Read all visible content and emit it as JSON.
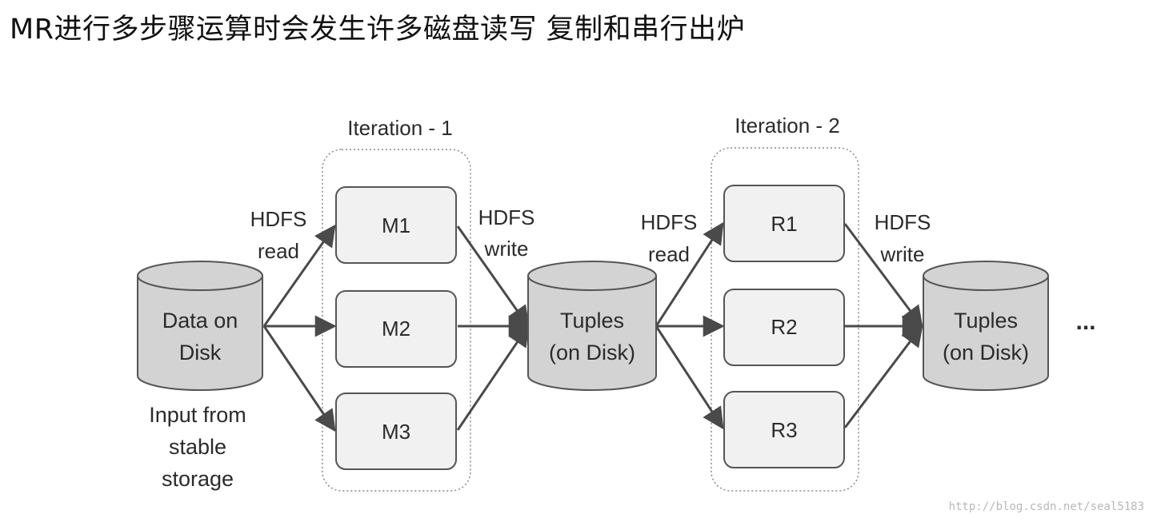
{
  "title": "MR进行多步骤运算时会发生许多磁盘读写 复制和串行出炉",
  "iterations": [
    {
      "label": "Iteration - 1",
      "nodes": [
        "M1",
        "M2",
        "M3"
      ]
    },
    {
      "label": "Iteration - 2",
      "nodes": [
        "R1",
        "R2",
        "R3"
      ]
    }
  ],
  "cylinders": [
    {
      "lines": [
        "Data on",
        "Disk"
      ]
    },
    {
      "lines": [
        "Tuples",
        "(on Disk)"
      ]
    },
    {
      "lines": [
        "Tuples",
        "(on Disk)"
      ]
    }
  ],
  "flow_labels": [
    {
      "lines": [
        "HDFS",
        "read"
      ]
    },
    {
      "lines": [
        "HDFS",
        "write"
      ]
    },
    {
      "lines": [
        "HDFS",
        "read"
      ]
    },
    {
      "lines": [
        "HDFS",
        "write"
      ]
    }
  ],
  "input_label": [
    "Input from",
    "stable",
    "storage"
  ],
  "ellipsis": "...",
  "watermark": "http://blog.csdn.net/seal5183",
  "colors": {
    "cylinder_fill": "#d3d3d3",
    "node_fill": "#f1f1f1",
    "stroke": "#4a4a4a",
    "dashed": "#888888"
  }
}
